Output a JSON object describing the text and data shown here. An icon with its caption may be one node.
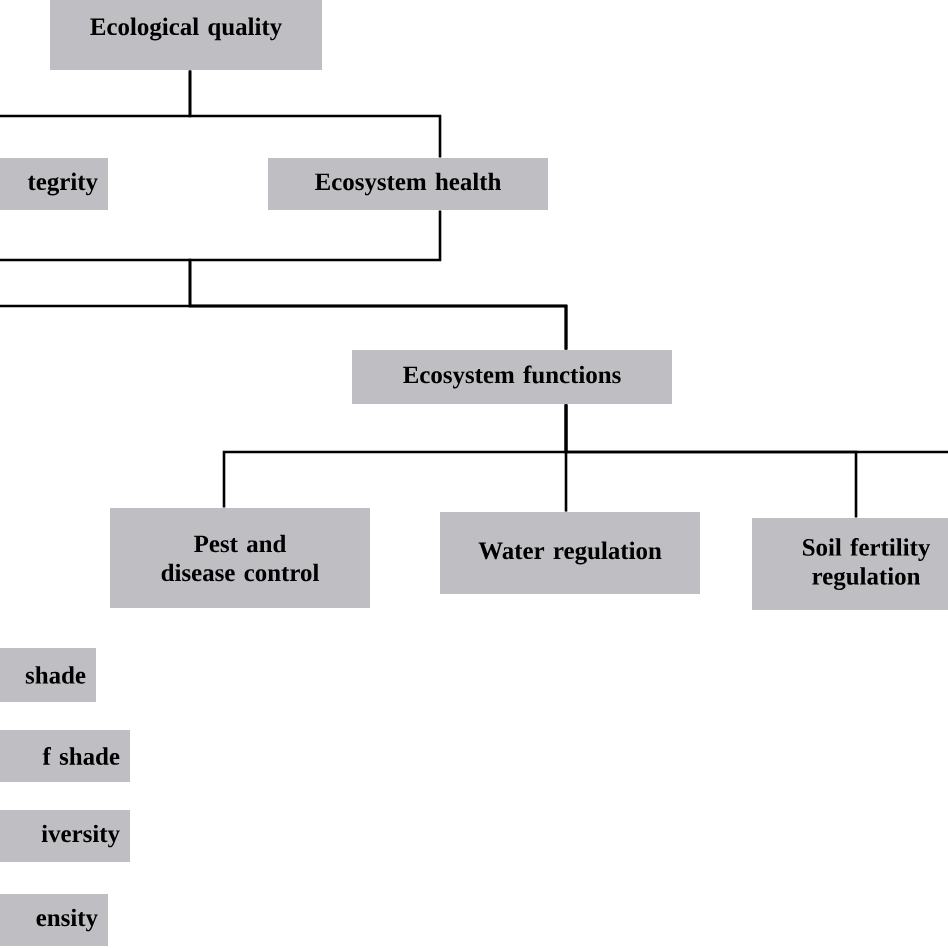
{
  "diagram": {
    "nodes": [
      {
        "text": [
          "Ecological quality"
        ]
      },
      {
        "text": [
          "tegrity"
        ]
      },
      {
        "text": [
          "Ecosystem health"
        ]
      },
      {
        "text": [
          "Ecosystem functions"
        ]
      },
      {
        "text": [
          "Pest and disease control"
        ]
      },
      {
        "text": [
          "Water regulation"
        ]
      },
      {
        "text": [
          "Soil fertility regulation"
        ]
      },
      {
        "text": [
          "shade"
        ]
      },
      {
        "text": [
          "f shade"
        ]
      },
      {
        "text": [
          "iversity"
        ]
      },
      {
        "text": [
          "ensity"
        ]
      }
    ],
    "edges": [
      {
        "from": 0,
        "to": 1,
        "arrow": "none"
      },
      {
        "from": 0,
        "to": 2,
        "arrow": "none"
      },
      {
        "from": 1,
        "to": 3,
        "arrow": "none"
      },
      {
        "from": 2,
        "to": 3,
        "arrow": "none"
      },
      {
        "from": null,
        "to": 3,
        "arrow": "none"
      },
      {
        "from": 3,
        "to": 4,
        "arrow": "none"
      },
      {
        "from": 3,
        "to": 5,
        "arrow": "none"
      },
      {
        "from": 3,
        "to": 6,
        "arrow": "none"
      },
      {
        "from": 3,
        "to": null,
        "arrow": "none"
      }
    ]
  }
}
